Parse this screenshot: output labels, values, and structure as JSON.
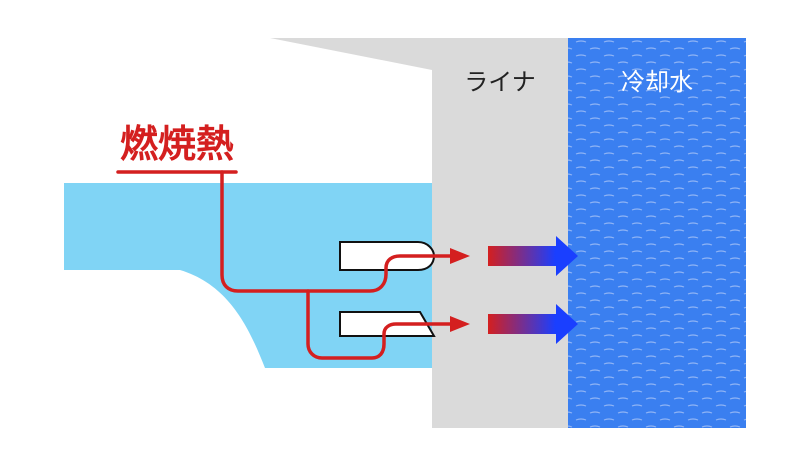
{
  "labels": {
    "heat_source": "燃焼熱",
    "liner": "ライナ",
    "coolant": "冷却水"
  },
  "colors": {
    "heat_red": "#d41f1f",
    "coolant_blue": "#3a7ff0",
    "coolant_wave": "#8fb4f5",
    "liner_gray": "#dadada",
    "piston_cyan": "#80d4f5",
    "arrow_blue": "#1a3fff",
    "ring_outline": "#111111"
  },
  "icons": {
    "heat_flow": "arrow-right-icon",
    "heat_transfer": "gradient-arrow-icon"
  }
}
